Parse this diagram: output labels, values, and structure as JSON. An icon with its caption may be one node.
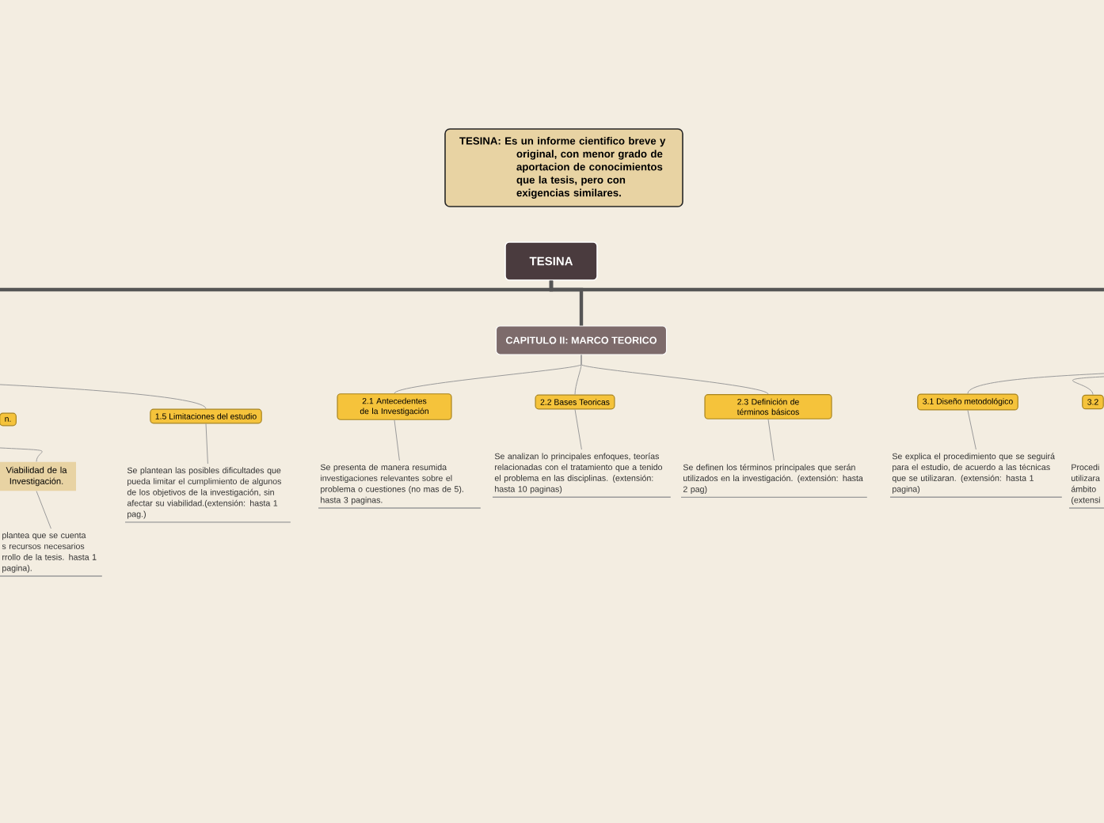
{
  "diagram": {
    "nodes": [
      {
        "text": [
          "TESINA: Es un informe cientifico breve y original, con menor grado de aportacion de conocimientos que la tesis, pero con exigencias similares."
        ]
      },
      {
        "text": [
          "TESINA"
        ]
      },
      {
        "text": [
          "CAPITULO II: MARCO TEORICO"
        ]
      },
      {
        "text": [
          "n."
        ]
      },
      {
        "text": [
          "Viabilidad de la Investigación."
        ]
      },
      {
        "text": [
          "plantea que se cuenta s recursos necesarios rrollo de la tesis. hasta 1 pagina)."
        ]
      },
      {
        "text": [
          "1.5 Limitaciones del estudio"
        ]
      },
      {
        "text": [
          "Se plantean las posibles dificultades que pueda limitar el cumplimiento de algunos de los objetivos de la investigación, sin afectar su viabilidad.(extensión: hasta 1 pag.)"
        ]
      },
      {
        "text": [
          "2.1 Antecedentes de la Investigación"
        ]
      },
      {
        "text": [
          "Se presenta de manera resumida investigaciones relevantes sobre el problema o cuestiones (no mas de 5). hasta 3 paginas."
        ]
      },
      {
        "text": [
          "2.2 Bases Teoricas"
        ]
      },
      {
        "text": [
          "Se analizan lo principales enfoques, teorías relacionadas con el tratamiento que a tenido el problema en las disciplinas. (extensión: hasta 10 paginas)"
        ]
      },
      {
        "text": [
          "2.3 Definición de términos básicos"
        ]
      },
      {
        "text": [
          "Se definen los términos principales que serán utilizados en la investigación. (extensión: hasta 2 pag)"
        ]
      },
      {
        "text": [
          "3.1 Diseño metodológico"
        ]
      },
      {
        "text": [
          "Se explica el procedimiento que se seguirá para el estudio, de acuerdo a las técnicas que se utilizaran. (extensión: hasta 1 pagina)"
        ]
      },
      {
        "text": [
          "3.2"
        ]
      },
      {
        "text": [
          "Procedi utilizara ámbito (extensi"
        ]
      }
    ],
    "edges": [
      {
        "from": 1,
        "to": null,
        "arrow": "none",
        "style": "thick"
      },
      {
        "from": 1,
        "to": null,
        "arrow": "none",
        "style": "thick"
      },
      {
        "from": 1,
        "to": 2,
        "arrow": "none",
        "style": "thick"
      },
      {
        "from": 2,
        "to": 8,
        "arrow": "none"
      },
      {
        "from": 2,
        "to": 10,
        "arrow": "none"
      },
      {
        "from": 2,
        "to": 12,
        "arrow": "none"
      },
      {
        "from": null,
        "to": 6,
        "arrow": "none"
      },
      {
        "from": null,
        "to": 4,
        "arrow": "none"
      },
      {
        "from": null,
        "to": 14,
        "arrow": "none"
      },
      {
        "from": null,
        "to": 16,
        "arrow": "none"
      },
      {
        "from": 4,
        "to": 5,
        "arrow": "none"
      },
      {
        "from": 6,
        "to": 7,
        "arrow": "none"
      },
      {
        "from": 8,
        "to": 9,
        "arrow": "none"
      },
      {
        "from": 10,
        "to": 11,
        "arrow": "none"
      },
      {
        "from": 12,
        "to": 13,
        "arrow": "none"
      },
      {
        "from": 14,
        "to": 15,
        "arrow": "none"
      }
    ]
  }
}
